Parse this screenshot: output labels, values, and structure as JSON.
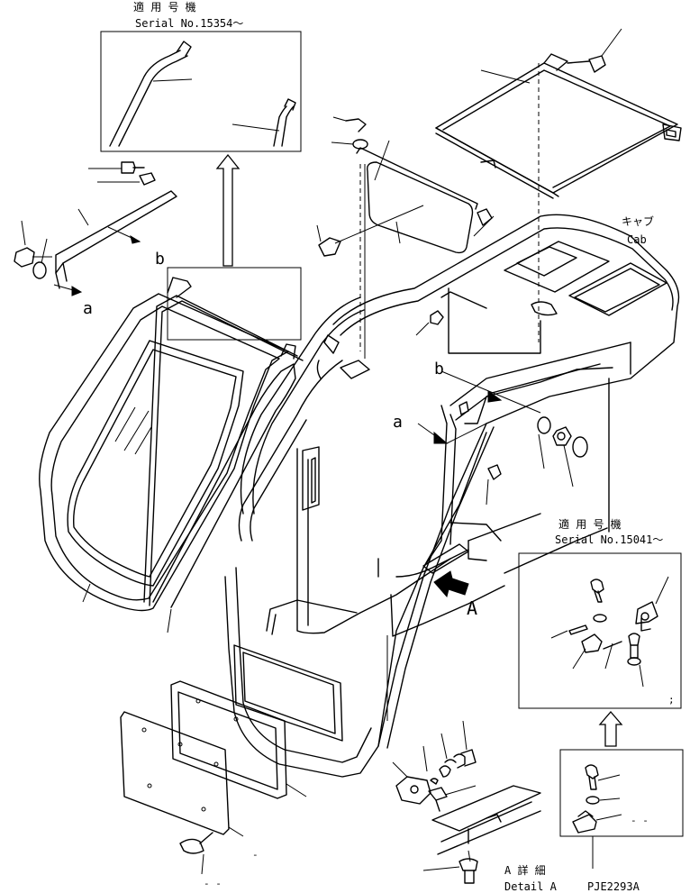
{
  "labels": {
    "top_applicable": "適 用 号 機",
    "top_serial": "Serial No.15354～",
    "right_applicable": "適 用 号 機",
    "right_serial": "Serial No.15041～",
    "cab_jp": "キャブ",
    "cab_en": "Cab",
    "letter_a_left": "a",
    "letter_b_left": "b",
    "letter_a_right": "a",
    "letter_b_right": "b",
    "view_A": "A",
    "detail_jp": "A 詳 細",
    "detail_en": "Detail A",
    "drawing_code": "PJE2293A",
    "small_mark_1": "- -",
    "small_mark_2": "-",
    "small_mark_3": ";",
    "small_mark_4": "- -"
  },
  "icons": {
    "view_arrow": "filled-arrow-icon",
    "up_arrow": "hollow-up-arrow-icon"
  }
}
